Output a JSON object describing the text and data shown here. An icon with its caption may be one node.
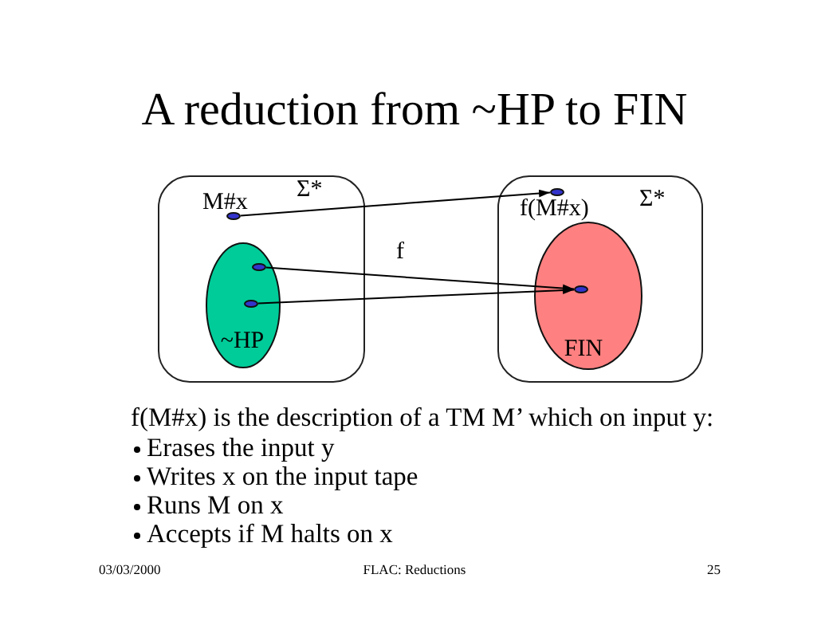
{
  "diagram": {
    "title": "A reduction from ~HP to FIN",
    "nodes": [
      {
        "text": [
          "Σ*"
        ]
      },
      {
        "text": [],
        "shape": "circle",
        "in": 0,
        "beside": [
          "M#x"
        ]
      },
      {
        "text": [
          "~HP"
        ],
        "in": 0
      },
      {
        "text": [],
        "shape": "circle",
        "in": 2
      },
      {
        "text": [],
        "shape": "circle",
        "in": 2
      },
      {
        "text": [
          "Σ*"
        ]
      },
      {
        "text": [],
        "shape": "circle",
        "in": 5,
        "beside": [
          "f(M#x)"
        ]
      },
      {
        "text": [
          "FIN"
        ],
        "in": 5
      },
      {
        "text": [],
        "shape": "circle",
        "in": 7
      }
    ],
    "edges": [
      {
        "from": 1,
        "to": 6,
        "arrow": "to"
      },
      {
        "from": 3,
        "to": 8,
        "arrow": "to",
        "label": "f"
      },
      {
        "from": 4,
        "to": 8,
        "arrow": "to"
      }
    ],
    "labels": [
      "f(M#x) is the description of a TM M’ which on input y:",
      "Erases the input y",
      "Writes x on the input tape",
      "Runs M on x",
      "Accepts if M halts on x",
      "03/03/2000",
      "FLAC: Reductions",
      "25"
    ]
  }
}
